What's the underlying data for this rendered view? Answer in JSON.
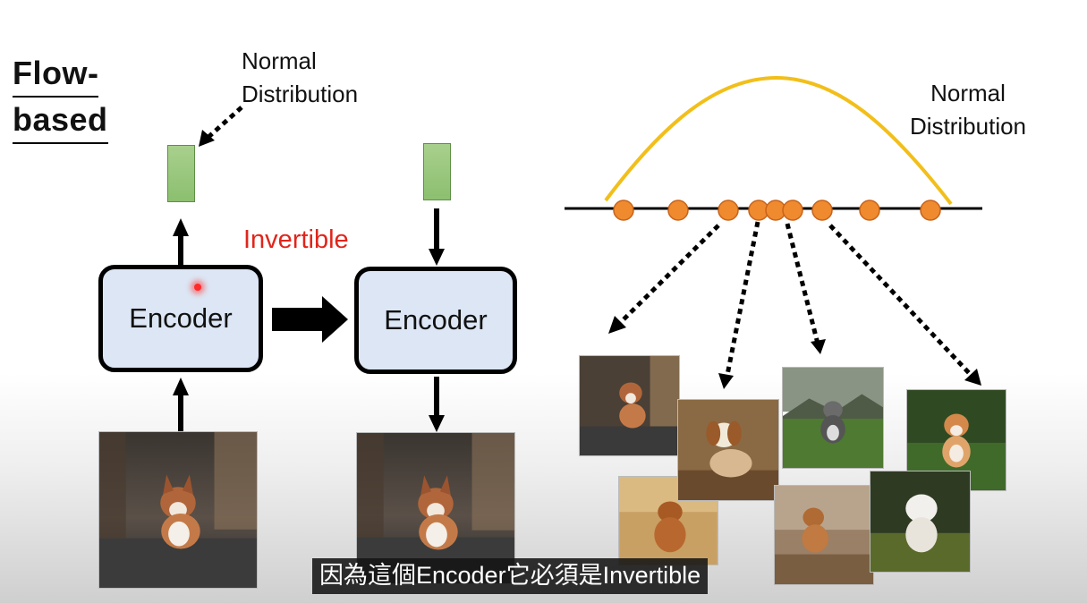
{
  "title": {
    "line1": "Flow-",
    "line2": "based"
  },
  "left": {
    "normal_label_line1": "Normal",
    "normal_label_line2": "Distribution",
    "encoder_label": "Encoder",
    "invertible_label": "Invertible",
    "inverted_encoder_label": "Encoder"
  },
  "right": {
    "normal_label_line1": "Normal",
    "normal_label_line2": "Distribution",
    "sample_point_count": 9
  },
  "subtitle": "因為這個Encoder它必須是Invertible",
  "colors": {
    "curve": "#f2bf1a",
    "points": "#f08a2e",
    "encoder_fill": "#dce6f4",
    "latent_fill": "#9ccb7f",
    "invertible_text": "#e0251b"
  },
  "icons": [
    "arrow-up-icon",
    "arrow-down-icon",
    "arrow-right-icon",
    "dotted-arrow-icon",
    "dog-photo-icon"
  ]
}
